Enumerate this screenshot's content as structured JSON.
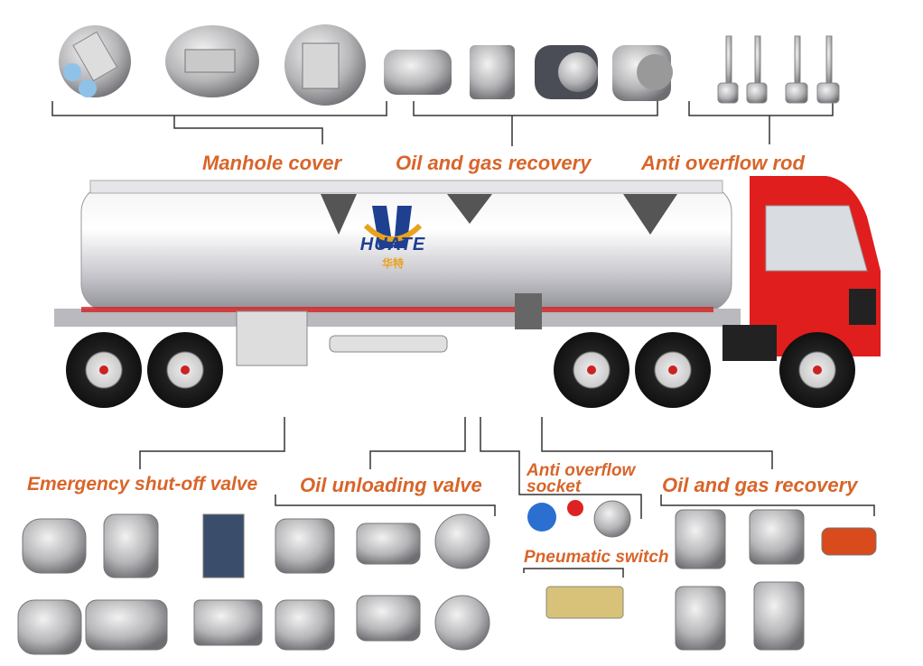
{
  "brand": {
    "logo_text": "HUATE",
    "logo_text_cn": "华特"
  },
  "labels": {
    "manhole_cover": "Manhole cover",
    "oil_gas_recovery_top": "Oil and gas recovery",
    "anti_overflow_rod": "Anti overflow rod",
    "emergency_valve": "Emergency shut-off valve",
    "oil_unloading_valve": "Oil unloading valve",
    "anti_overflow_socket_1": "Anti overflow",
    "anti_overflow_socket_2": "socket",
    "pneumatic_switch": "Pneumatic switch",
    "oil_gas_recovery_bottom": "Oil and gas recovery"
  },
  "colors": {
    "label": "#d8652a",
    "cab": "#e01e1e",
    "logo_blue": "#1f3f8f",
    "logo_gold": "#e8a21c"
  }
}
